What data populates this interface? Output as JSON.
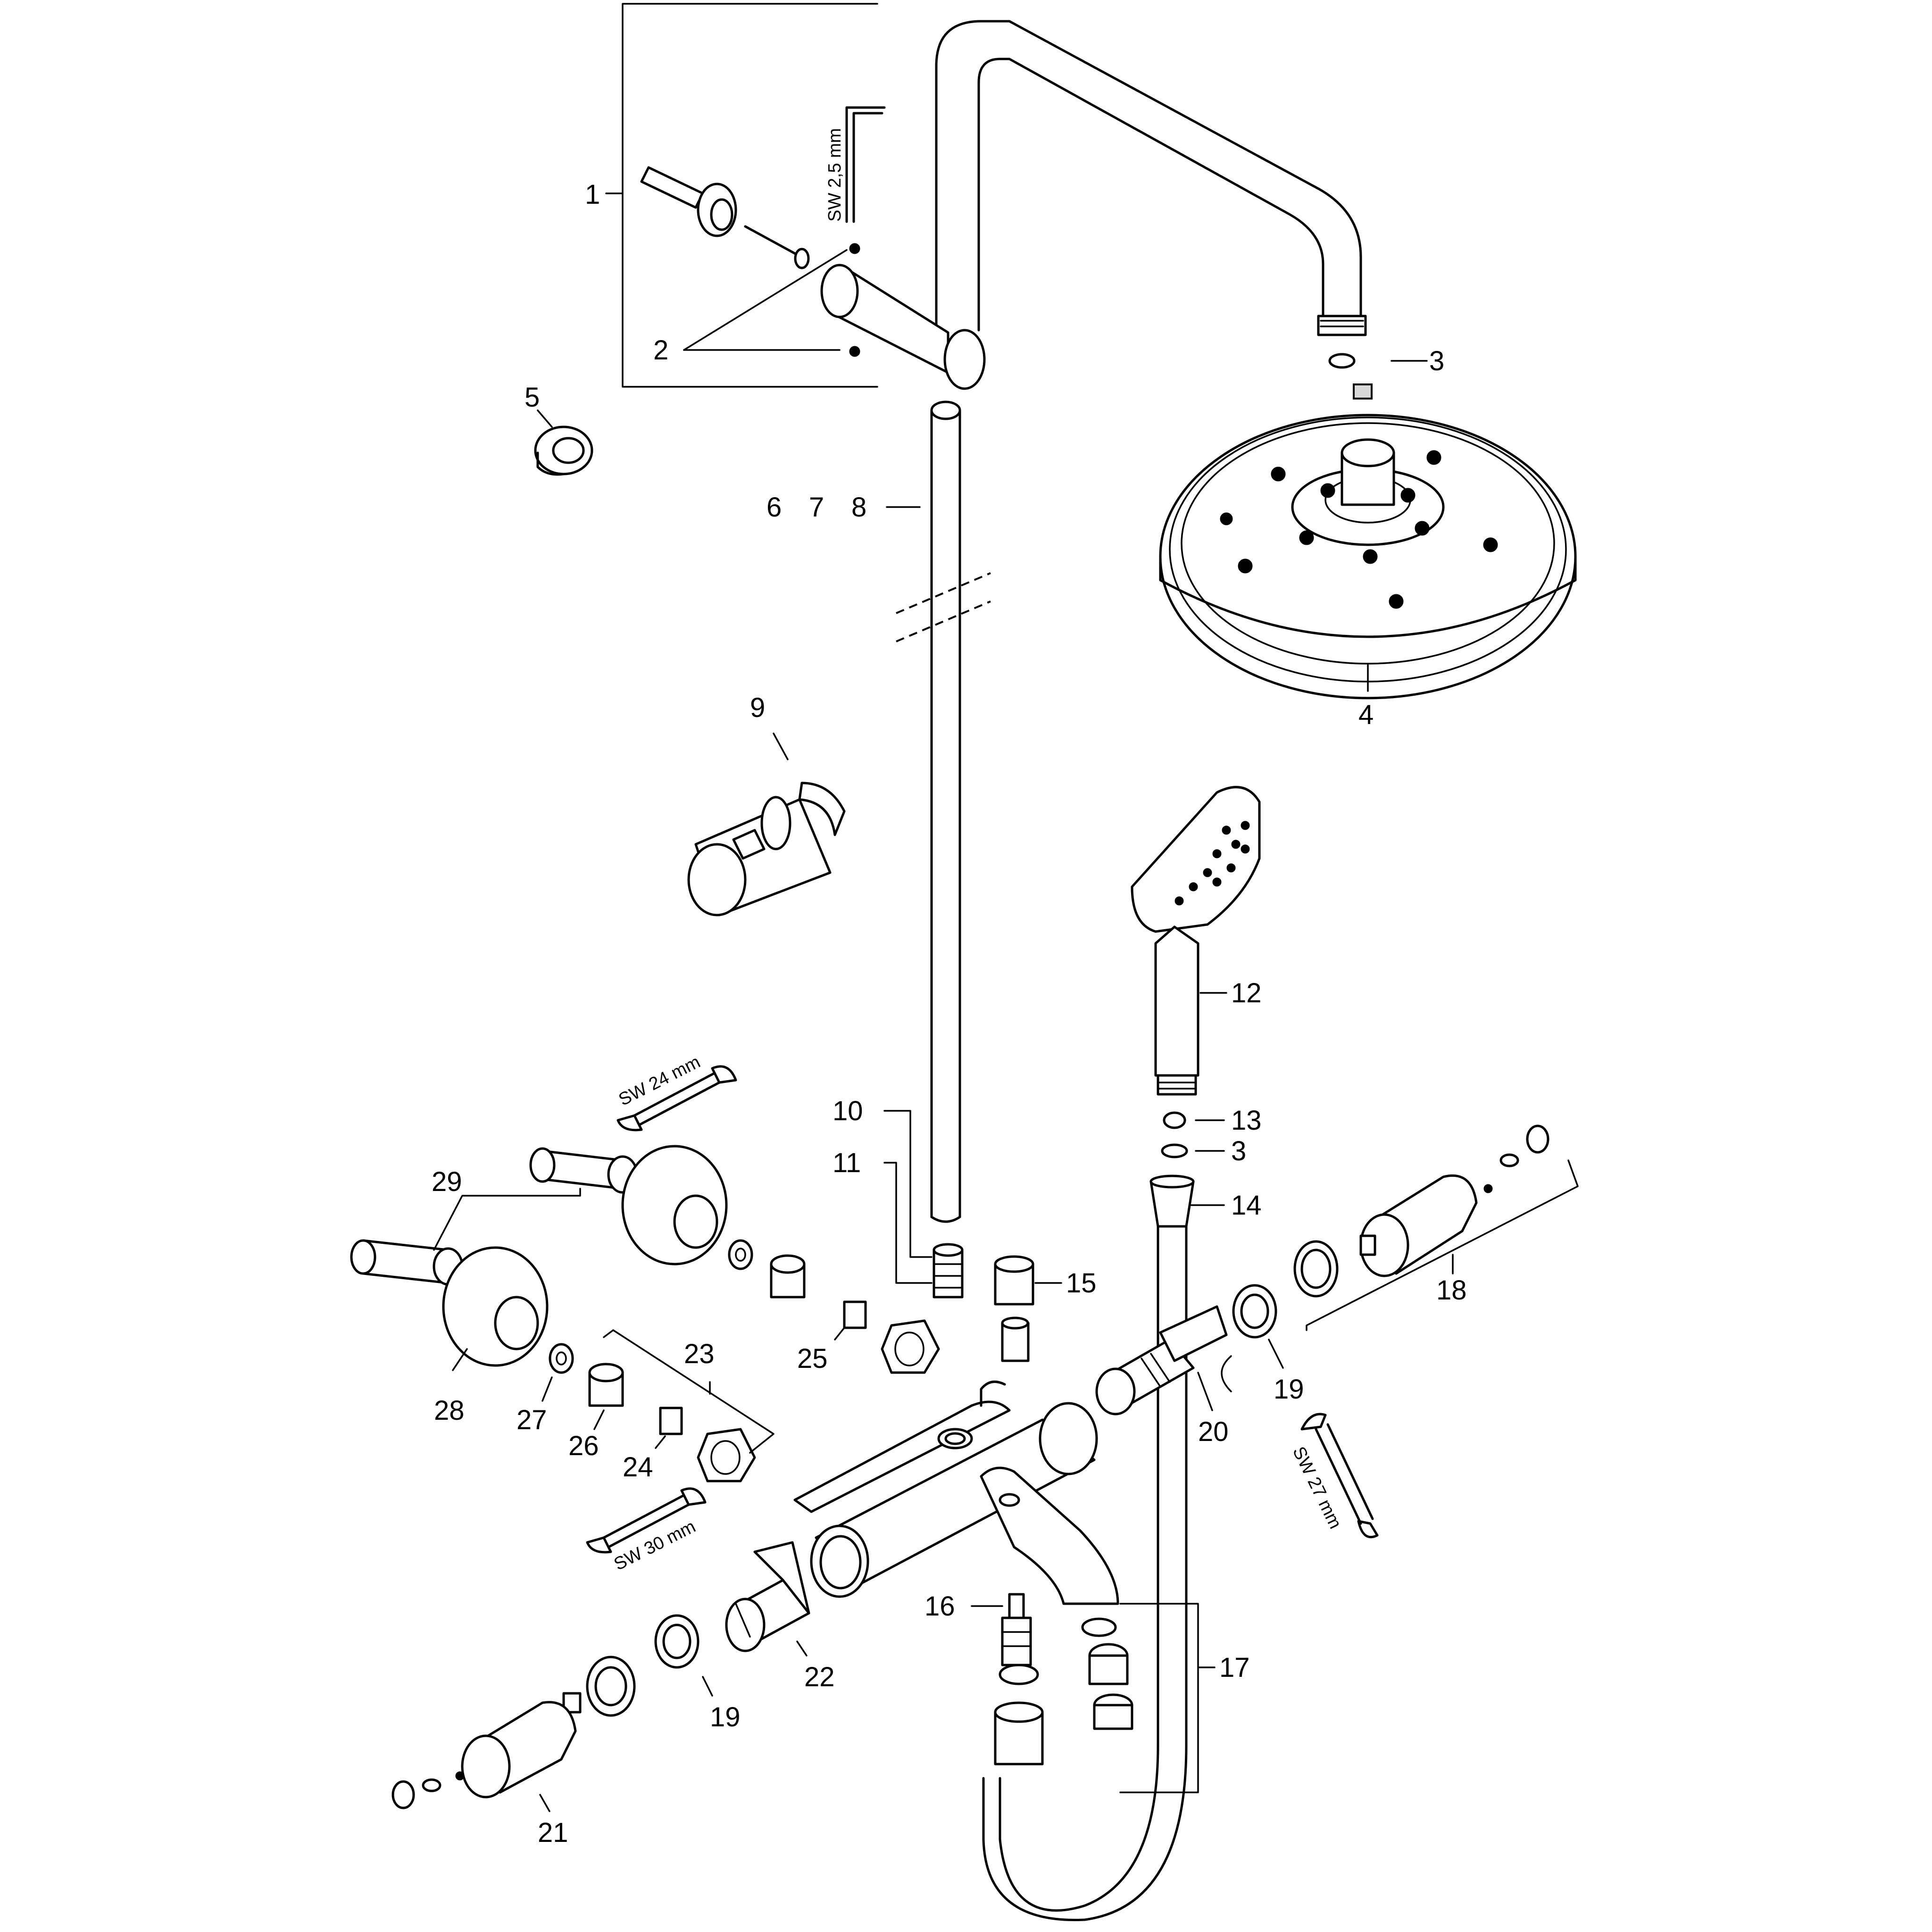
{
  "callouts": {
    "c1": "1",
    "c2": "2",
    "c3a": "3",
    "c3b": "3",
    "c4": "4",
    "c5": "5",
    "c6": "6",
    "c7": "7",
    "c8": "8",
    "c9": "9",
    "c10": "10",
    "c11": "11",
    "c12": "12",
    "c13": "13",
    "c14": "14",
    "c15": "15",
    "c16": "16",
    "c17": "17",
    "c18": "18",
    "c19a": "19",
    "c19b": "19",
    "c20": "20",
    "c21": "21",
    "c22": "22",
    "c23": "23",
    "c24": "24",
    "c25": "25",
    "c26": "26",
    "c27": "27",
    "c28": "28",
    "c29": "29"
  },
  "tools": {
    "hex_key": "SW 2,5 mm",
    "wrench_24": "SW 24 mm",
    "wrench_27": "SW 27 mm",
    "wrench_30": "SW 30 mm"
  },
  "icons": {
    "hex_key": "allen-key-icon",
    "wrench": "open-end-wrench-icon"
  }
}
